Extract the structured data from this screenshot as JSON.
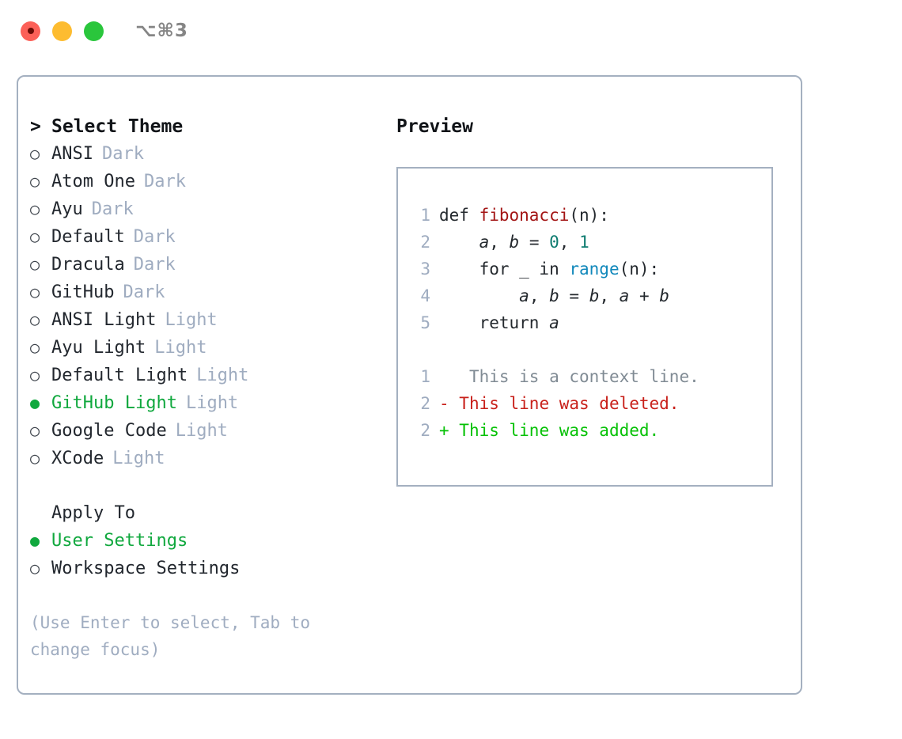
{
  "titlebar": {
    "shortcut": "⌥⌘3",
    "buttons": [
      {
        "name": "close",
        "color": "#fc6058"
      },
      {
        "name": "minimize",
        "color": "#fdbc30"
      },
      {
        "name": "zoom",
        "color": "#2ac63c"
      }
    ]
  },
  "colors": {
    "accent_green": "#10a83e",
    "muted": "#9facc0",
    "text": "#22272e",
    "border": "#a4b0c0",
    "diff_add": "#05c105",
    "diff_del": "#c8201a",
    "diff_ctx": "#808b94"
  },
  "theme_list": {
    "header_marker": ">",
    "header": "Select Theme",
    "bullet_unselected": "○",
    "bullet_selected": "●",
    "items": [
      {
        "name": "ANSI",
        "tag": "Dark",
        "selected": false
      },
      {
        "name": "Atom One",
        "tag": "Dark",
        "selected": false
      },
      {
        "name": "Ayu",
        "tag": "Dark",
        "selected": false
      },
      {
        "name": "Default",
        "tag": "Dark",
        "selected": false
      },
      {
        "name": "Dracula",
        "tag": "Dark",
        "selected": false
      },
      {
        "name": "GitHub",
        "tag": "Dark",
        "selected": false
      },
      {
        "name": "ANSI Light",
        "tag": "Light",
        "selected": false
      },
      {
        "name": "Ayu Light",
        "tag": "Light",
        "selected": false
      },
      {
        "name": "Default Light",
        "tag": "Light",
        "selected": false
      },
      {
        "name": "GitHub Light",
        "tag": "Light",
        "selected": true
      },
      {
        "name": "Google Code",
        "tag": "Light",
        "selected": false
      },
      {
        "name": "XCode",
        "tag": "Light",
        "selected": false
      }
    ]
  },
  "apply_to": {
    "label": "Apply To",
    "options": [
      {
        "name": "User Settings",
        "selected": true
      },
      {
        "name": "Workspace Settings",
        "selected": false
      }
    ]
  },
  "hint": "(Use Enter to select, Tab to change focus)",
  "preview": {
    "title": "Preview",
    "code_lines": [
      {
        "lineno": "1",
        "tokens": [
          {
            "t": "def ",
            "k": "plain"
          },
          {
            "t": "fibonacci",
            "k": "fn"
          },
          {
            "t": "(n):",
            "k": "plain"
          }
        ]
      },
      {
        "lineno": "2",
        "tokens": [
          {
            "t": "    ",
            "k": "plain"
          },
          {
            "t": "a",
            "k": "var"
          },
          {
            "t": ", ",
            "k": "plain"
          },
          {
            "t": "b",
            "k": "var"
          },
          {
            "t": " = ",
            "k": "plain"
          },
          {
            "t": "0",
            "k": "num"
          },
          {
            "t": ", ",
            "k": "plain"
          },
          {
            "t": "1",
            "k": "num"
          }
        ]
      },
      {
        "lineno": "3",
        "tokens": [
          {
            "t": "    for _ in ",
            "k": "plain"
          },
          {
            "t": "range",
            "k": "call"
          },
          {
            "t": "(n):",
            "k": "plain"
          }
        ]
      },
      {
        "lineno": "4",
        "tokens": [
          {
            "t": "        ",
            "k": "plain"
          },
          {
            "t": "a",
            "k": "var"
          },
          {
            "t": ", ",
            "k": "plain"
          },
          {
            "t": "b",
            "k": "var"
          },
          {
            "t": " = ",
            "k": "plain"
          },
          {
            "t": "b",
            "k": "var"
          },
          {
            "t": ", ",
            "k": "plain"
          },
          {
            "t": "a",
            "k": "var"
          },
          {
            "t": " + ",
            "k": "plain"
          },
          {
            "t": "b",
            "k": "var"
          }
        ]
      },
      {
        "lineno": "5",
        "tokens": [
          {
            "t": "    return ",
            "k": "plain"
          },
          {
            "t": "a",
            "k": "var"
          }
        ]
      }
    ],
    "diff_lines": [
      {
        "lineno": "1",
        "sign": " ",
        "text": "  This is a context line.",
        "kind": "ctx"
      },
      {
        "lineno": "2",
        "sign": "-",
        "text": " This line was deleted.",
        "kind": "del"
      },
      {
        "lineno": "2",
        "sign": "+",
        "text": " This line was added.",
        "kind": "add"
      }
    ]
  }
}
